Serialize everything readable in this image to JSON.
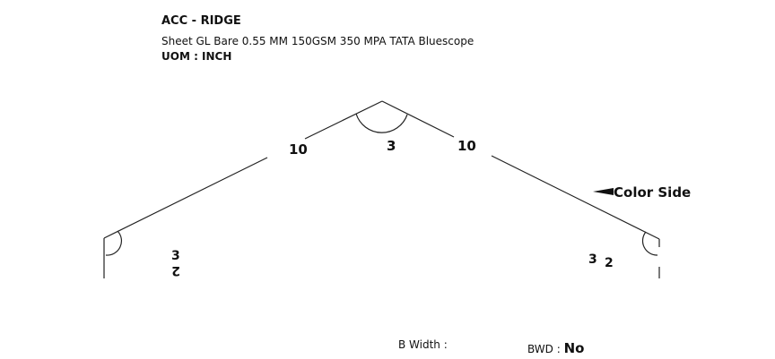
{
  "header": {
    "title": "ACC - RIDGE",
    "material": "Sheet GL Bare 0.55 MM 150GSM 350 MPA TATA Bluescope",
    "uom": "UOM : INCH"
  },
  "diagram": {
    "segments": {
      "left_slope": "10",
      "right_slope": "10",
      "left_hem": "2",
      "right_hem": "2"
    },
    "angles": {
      "apex": "3",
      "left_fold": "3",
      "right_fold": "3"
    },
    "color_side_label": "Color Side"
  },
  "footer": {
    "b_width_label": "B Width :",
    "bwd_label": "BWD :",
    "bwd_value": "No"
  }
}
